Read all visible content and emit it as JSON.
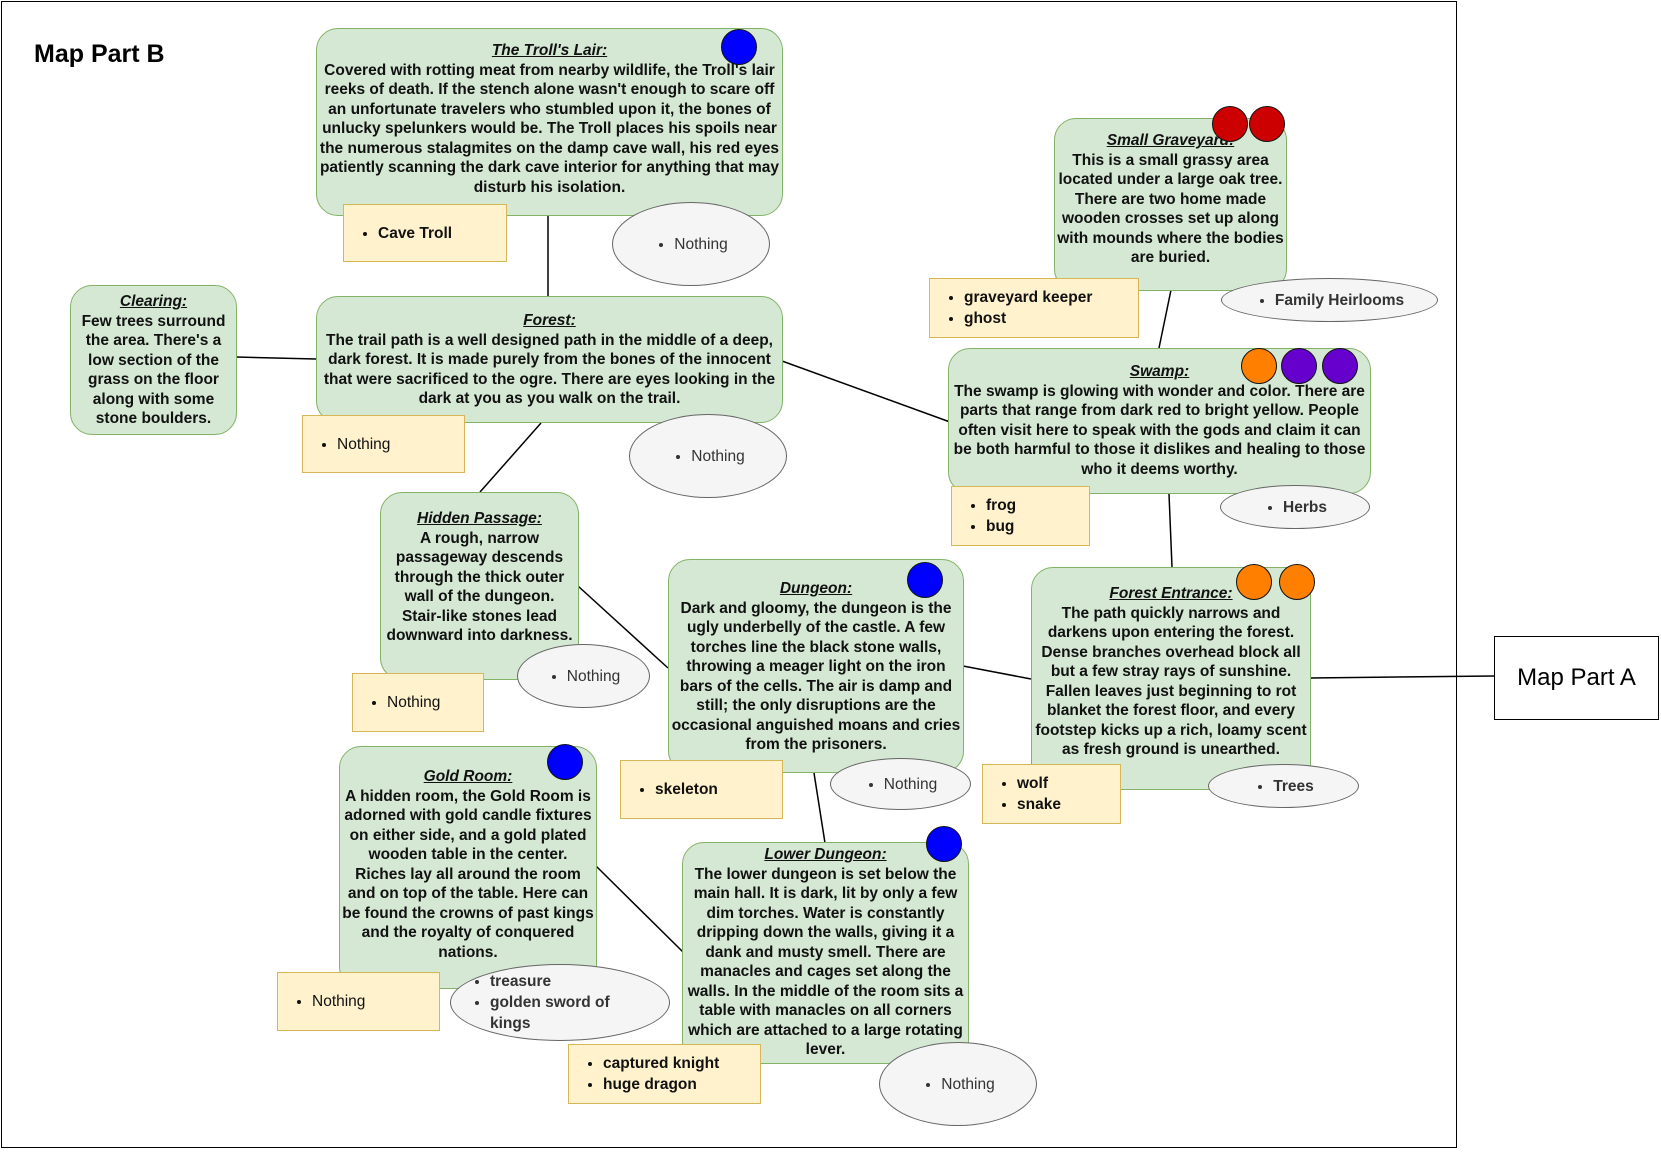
{
  "map_label": "Map Part B",
  "link_label": "Map Part A",
  "colors": {
    "room_fill": "#d5e8d4",
    "room_border": "#82b366",
    "monster_fill": "#fff2cc",
    "monster_border": "#d6b656",
    "item_fill": "#f5f5f5",
    "blue": "#0000ff",
    "red": "#cc0000",
    "orange": "#ff8000",
    "purple": "#6600cc"
  },
  "rooms": {
    "troll": {
      "title": "The Troll's Lair:",
      "desc": "Covered with rotting meat from nearby wildlife, the Troll's lair reeks of death.  If the stench alone wasn't enough to scare off an unfortunate travelers who stumbled upon it, the bones of unlucky spelunkers would be.  The Troll places his spoils near the numerous stalagmites on the damp cave wall, his red eyes patiently scanning the dark cave interior for anything that may disturb his isolation.",
      "monsters": [
        "Cave Troll"
      ],
      "items": [
        "Nothing"
      ]
    },
    "graveyard": {
      "title": "Small Graveyard:",
      "desc": "This is a small grassy area located under a large oak tree.  There are two home made wooden crosses set up along with mounds where the bodies are buried.",
      "monsters": [
        "graveyard keeper",
        "ghost"
      ],
      "items": [
        "Family Heirlooms"
      ]
    },
    "clearing": {
      "title": "Clearing:",
      "desc": "Few trees surround the area.  There's a low section of the grass on the floor along with some stone boulders."
    },
    "forest": {
      "title": "Forest:",
      "desc": "The trail path is a well designed path in the middle of a deep, dark forest. It is made purely from the bones of the innocent that were sacrificed to the ogre. There are eyes looking in the dark at you as you walk on the trail.",
      "monsters": [
        "Nothing"
      ],
      "items": [
        "Nothing"
      ]
    },
    "swamp": {
      "title": "Swamp:",
      "desc": "The swamp is glowing with wonder and color.  There are parts that range from dark red to bright yellow. People often visit here to speak with the gods and claim it can be both harmful to those it dislikes and healing to those who it deems worthy.",
      "monsters": [
        "frog",
        "bug"
      ],
      "items": [
        "Herbs"
      ]
    },
    "hidden": {
      "title": "Hidden Passage:",
      "desc": "A rough, narrow passageway descends through the thick outer wall of the dungeon. Stair-like stones lead downward into darkness.",
      "monsters": [
        "Nothing"
      ],
      "items": [
        "Nothing"
      ]
    },
    "dungeon": {
      "title": "Dungeon:",
      "desc": "Dark and gloomy, the dungeon is the ugly underbelly of the castle. A few torches line the black stone walls, throwing a meager light on the iron bars of the cells. The air is damp and still; the only disruptions are the occasional anguished moans and cries from the prisoners.",
      "monsters": [
        "skeleton"
      ],
      "items": [
        "Nothing"
      ]
    },
    "entrance": {
      "title": "Forest Entrance:",
      "desc": "The path quickly narrows and darkens upon entering the forest. Dense branches overhead block all but a few stray rays of sunshine. Fallen leaves just beginning to rot blanket the forest floor, and every footstep kicks up a rich, loamy scent as fresh ground is unearthed.",
      "monsters": [
        "wolf",
        "snake"
      ],
      "items": [
        "Trees"
      ]
    },
    "gold": {
      "title": "Gold Room:",
      "desc": "A hidden room, the Gold Room is adorned with gold candle fixtures on either side, and a gold plated wooden table in the center. Riches lay all around the room and on top of the table. Here can be found the crowns of past kings and the royalty of conquered nations.",
      "monsters": [
        "Nothing"
      ],
      "items": [
        "treasure",
        "golden sword of kings"
      ]
    },
    "lower": {
      "title": "Lower Dungeon:",
      "desc": "The lower dungeon is set below the main hall. It is dark, lit by only a few dim torches. Water is constantly dripping down the walls, giving it a dank and musty smell. There are manacles and cages set along the walls. In the middle of the room sits a table with manacles on all corners which are attached to a large rotating lever.",
      "monsters": [
        "captured knight",
        "huge dragon"
      ],
      "items": [
        "Nothing"
      ]
    }
  }
}
